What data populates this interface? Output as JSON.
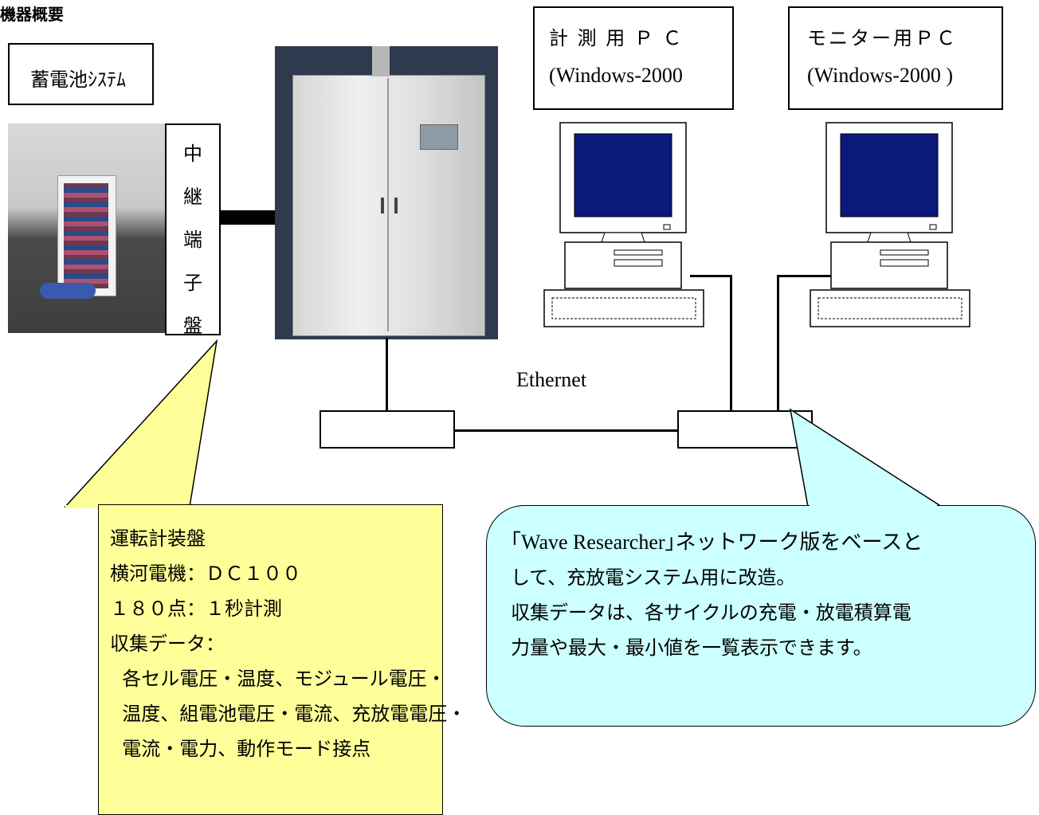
{
  "header": {
    "title": "機器概要"
  },
  "battery_box": {
    "label": "蓄電池ｼｽﾃﾑ"
  },
  "relay_panel": {
    "chars": [
      "中",
      "継",
      "端",
      "子",
      "盤"
    ]
  },
  "measure_pc": {
    "line1": "計 測 用 Ｐ Ｃ",
    "line2": "(Windows-2000"
  },
  "monitor_pc": {
    "line1": "モニター用ＰＣ",
    "line2": "(Windows-2000 )"
  },
  "network": {
    "label": "Ethernet"
  },
  "instrument_note": {
    "lines": [
      "運転計装盤",
      "横河電機：ＤＣ１００",
      "１８０点：１秒計測",
      "収集データ：",
      "  各セル電圧・温度、モジュール電圧・",
      "  温度、組電池電圧・電流、充放電電圧・",
      "  電流・電力、動作モード接点"
    ]
  },
  "software_note": {
    "lines": [
      "｢Wave Researcher｣ネットワーク版をベースと",
      "して、充放電システム用に改造。",
      "収集データは、各サイクルの充電・放電積算電",
      "力量や最大・最小値を一覧表示できます。"
    ]
  },
  "colors": {
    "yellow_note": "#FFFF99",
    "cyan_note": "#CCFFFF",
    "screen": "#0a1a7a"
  }
}
